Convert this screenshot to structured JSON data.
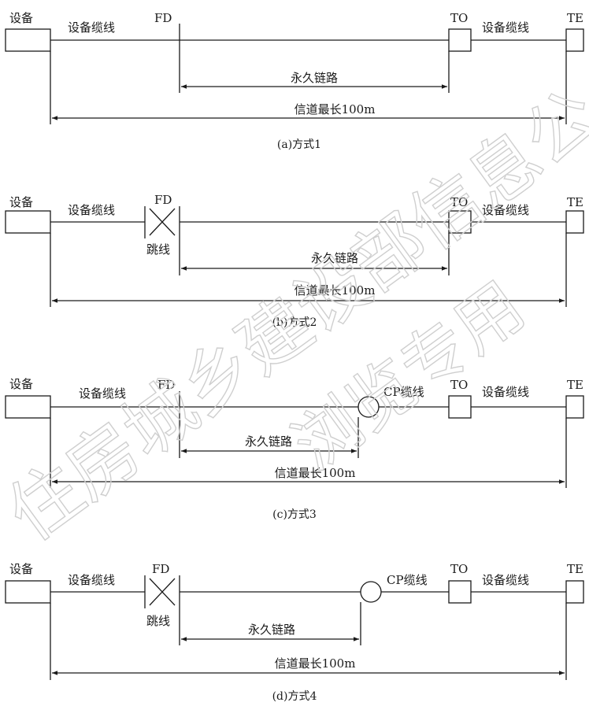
{
  "panels": [
    {
      "caption": "(a)方式1",
      "device": "设备",
      "cable_left": "设备缆线",
      "fd": "FD",
      "jumper": "",
      "cp_cable": "",
      "to": "TO",
      "cable_right": "设备缆线",
      "te": "TE",
      "permanent_link": "永久链路",
      "channel": "信道最长100m"
    },
    {
      "caption": "(b)方式2",
      "device": "设备",
      "cable_left": "设备缆线",
      "fd": "FD",
      "jumper": "跳线",
      "cp_cable": "",
      "to": "TO",
      "cable_right": "设备缆线",
      "te": "TE",
      "permanent_link": "永久链路",
      "channel": "信道最长100m"
    },
    {
      "caption": "(c)方式3",
      "device": "设备",
      "cable_left": "设备缆线",
      "fd": "FD",
      "jumper": "",
      "cp_cable": "CP缆线",
      "to": "TO",
      "cable_right": "设备缆线",
      "te": "TE",
      "permanent_link": "永久链路",
      "channel": "信道最长100m"
    },
    {
      "caption": "(d)方式4",
      "device": "设备",
      "cable_left": "设备缆线",
      "fd": "FD",
      "jumper": "跳线",
      "cp_cable": "CP缆线",
      "to": "TO",
      "cable_right": "设备缆线",
      "te": "TE",
      "permanent_link": "永久链路",
      "channel": "信道最长100m"
    }
  ],
  "watermark": {
    "line1": "住房城乡建设部信息公",
    "line2": "浏览专用"
  }
}
